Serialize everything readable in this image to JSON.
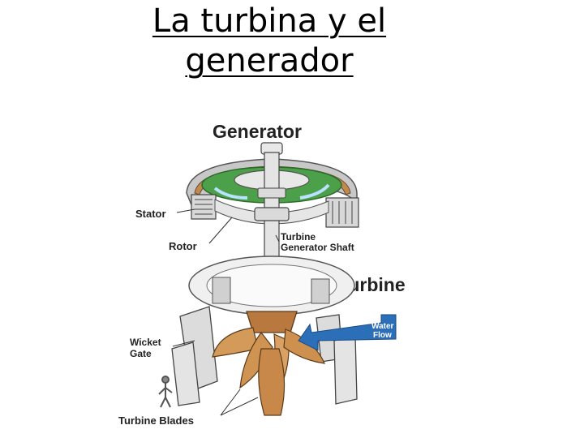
{
  "slide": {
    "title_line1": "La turbina y el",
    "title_line2": "generador"
  },
  "diagram": {
    "generator_heading": "Generator",
    "turbine_heading": "Turbine",
    "labels": {
      "stator": "Stator",
      "rotor": "Rotor",
      "shaft_line1": "Turbine",
      "shaft_line2": "Generator Shaft",
      "wicket_line1": "Wicket",
      "wicket_line2": "Gate",
      "water_line1": "Water",
      "water_line2": "Flow",
      "blades": "Turbine Blades"
    },
    "colors": {
      "rotor_green": "#4da04a",
      "stator_copper": "#c0894e",
      "blade_copper": "#d49a5a",
      "water_blue": "#2a6fb8",
      "structure_gray": "#dcdcdc"
    }
  }
}
